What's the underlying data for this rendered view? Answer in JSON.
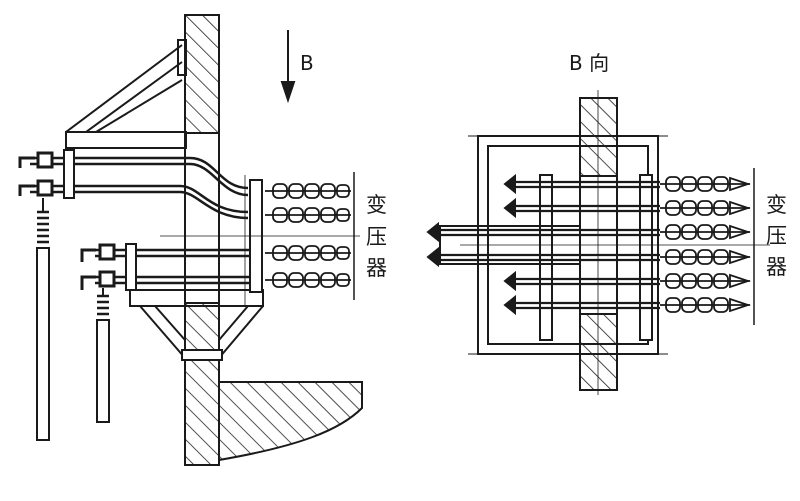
{
  "left_view": {
    "direction_label": "B",
    "transformer_label": [
      "变",
      "压",
      "器"
    ]
  },
  "right_view": {
    "title": "B 向",
    "transformer_label": [
      "变",
      "压",
      "器"
    ]
  }
}
